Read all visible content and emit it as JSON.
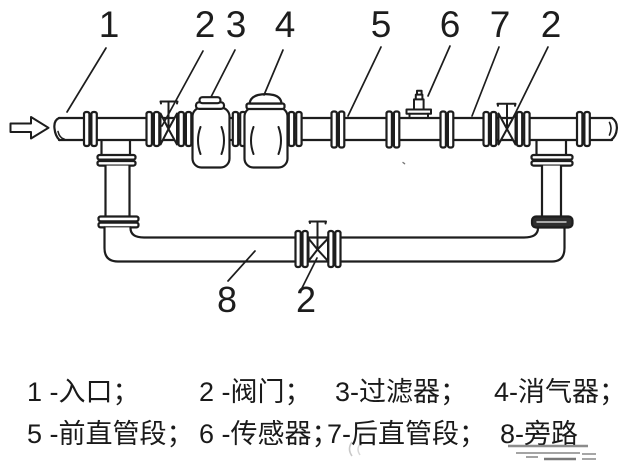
{
  "colors": {
    "background": "#ffffff",
    "ink": "#1d1d1d",
    "watermark_gray": "#9a9a9a"
  },
  "diagram": {
    "type": "pipeline-installation-schematic",
    "inlet_arrow": "flow-direction-right",
    "callouts_top": [
      {
        "text": "1"
      },
      {
        "text": "2"
      },
      {
        "text": "3"
      },
      {
        "text": "4"
      },
      {
        "text": "5"
      },
      {
        "text": "6"
      },
      {
        "text": "7"
      },
      {
        "text": "2"
      }
    ],
    "callouts_bottom": [
      {
        "text": "8"
      },
      {
        "text": "2"
      }
    ],
    "components": [
      "inlet-pipe",
      "valve",
      "filter",
      "air-eliminator",
      "upstream-straight-pipe",
      "sensor",
      "downstream-straight-pipe",
      "bypass-pipe",
      "bypass-valve",
      "outlet-pipe"
    ]
  },
  "legend": {
    "rows": [
      [
        {
          "text": "1 -入口；"
        },
        {
          "text": "2 -阀门；"
        },
        {
          "text": "3-过滤器；"
        },
        {
          "text": "4-消气器；"
        }
      ],
      [
        {
          "text": "5 -前直管段；"
        },
        {
          "text": "6 -传感器；"
        },
        {
          "text": "7-后直管段；"
        },
        {
          "text": "8-旁路"
        }
      ]
    ]
  }
}
